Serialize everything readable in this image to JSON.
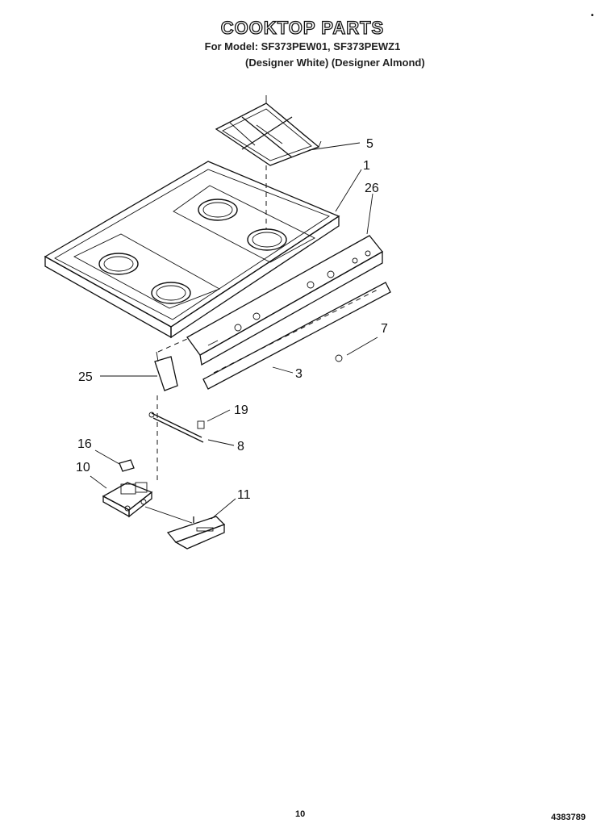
{
  "header": {
    "title": "COOKTOP PARTS",
    "model_line": "For Model: SF373PEW01, SF373PEWZ1",
    "variant_line": "(Designer White) (Designer Almond)"
  },
  "callouts": {
    "c5": "5",
    "c1": "1",
    "c26": "26",
    "c7": "7",
    "c3": "3",
    "c25": "25",
    "c19": "19",
    "c8": "8",
    "c16": "16",
    "c10": "10",
    "c11": "11"
  },
  "footer": {
    "page_number": "10",
    "document_number": "4383789"
  },
  "corner_mark": "•"
}
